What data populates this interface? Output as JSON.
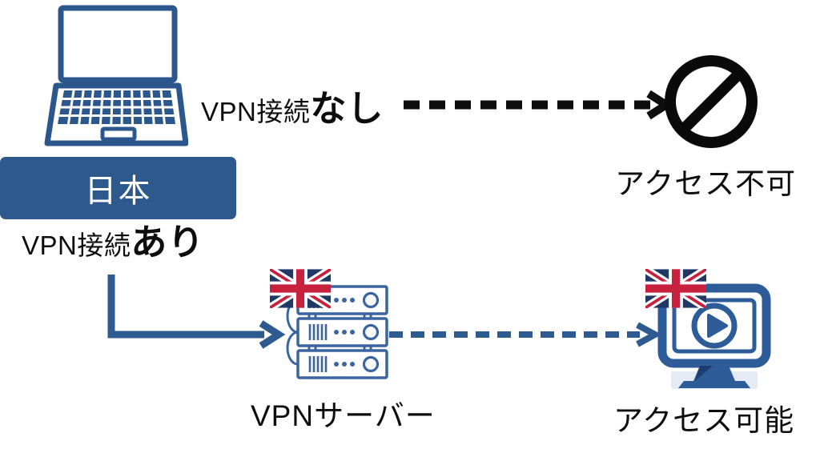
{
  "colors": {
    "primary_blue": "#2B578C",
    "box_blue": "#2E598C",
    "server_blue": "#3C64A0",
    "monitor_blue": "#2E5C99",
    "flag_navy": "#1F3864",
    "flag_red": "#C8213E",
    "ink_black": "#0D0D0D",
    "white": "#FFFFFF"
  },
  "diagram": {
    "client": {
      "country": "日本"
    },
    "no_vpn_path": {
      "label_prefix": "VPN接続",
      "label_emphasis": "なし",
      "result": "アクセス不可"
    },
    "vpn_path": {
      "label_prefix": "VPN接続",
      "label_emphasis": "あり",
      "server": "VPNサーバー",
      "result": "アクセス可能"
    }
  },
  "icons": {
    "laptop": "laptop-icon",
    "no_entry": "no-entry-icon",
    "uk_flag": "uk-flag-icon",
    "server_rack": "server-rack-icon",
    "monitor_play": "monitor-play-icon"
  }
}
